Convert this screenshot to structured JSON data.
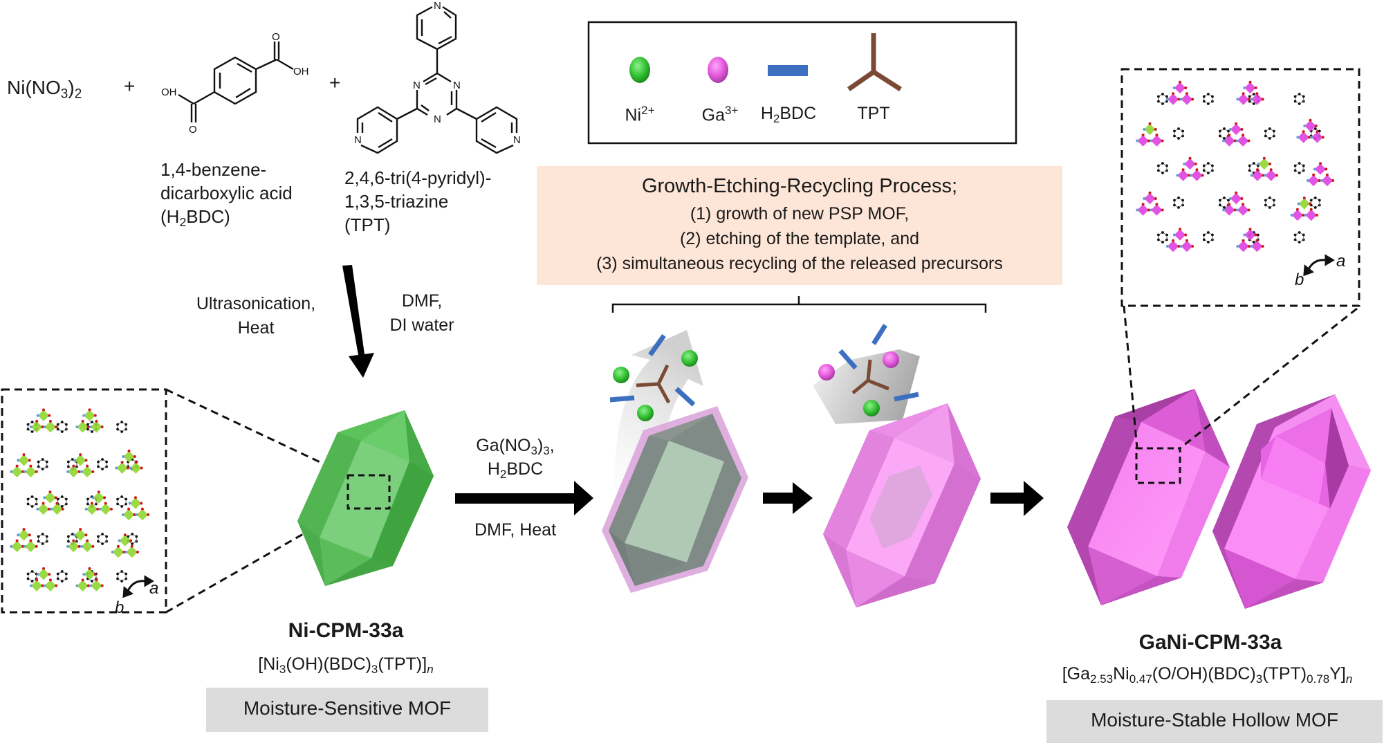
{
  "reactants": {
    "metal_salt": {
      "base": "Ni(NO",
      "sub": "3",
      "tail": ")",
      "sub2": "2"
    },
    "plus": "+",
    "h2bdc": {
      "name_line1": "1,4-benzene-",
      "name_line2": "dicarboxylic acid",
      "abbr_pre": "(H",
      "abbr_sub": "2",
      "abbr_post": "BDC)",
      "atoms": {
        "oh": "OH",
        "o": "O"
      }
    },
    "tpt": {
      "name_line1": "2,4,6-tri(4-pyridyl)-",
      "name_line2": "1,3,5-triazine",
      "abbr": "(TPT)",
      "atoms": {
        "n": "N"
      }
    }
  },
  "legend": {
    "items": [
      {
        "label": "Ni",
        "sup": "2+",
        "icon": "green-sphere-icon",
        "color": "#3cc83c"
      },
      {
        "label": "Ga",
        "sup": "3+",
        "icon": "magenta-sphere-icon",
        "color": "#e060d8"
      },
      {
        "label_pre": "H",
        "label_sub": "2",
        "label_post": "BDC",
        "icon": "blue-rod-icon",
        "color": "#3d6fc0"
      },
      {
        "label": "TPT",
        "icon": "brown-tripod-icon",
        "color": "#7a4a35"
      }
    ]
  },
  "process_box": {
    "title": "Growth-Etching-Recycling Process;",
    "steps": [
      "(1) growth of new PSP MOF,",
      "(2) etching of the template, and",
      "(3) simultaneous recycling of the released precursors"
    ],
    "background": "#fde5d7"
  },
  "step1": {
    "left_conditions": [
      "Ultrasonication,",
      "Heat"
    ],
    "right_conditions": [
      "DMF,",
      "DI water"
    ]
  },
  "step2": {
    "reagent_line1": {
      "pre": "Ga(NO",
      "sub": "3",
      "mid": ")",
      "sub2": "3",
      "post": ","
    },
    "reagent_line2": {
      "pre": "H",
      "sub": "2",
      "post": "BDC"
    },
    "conditions": "DMF, Heat"
  },
  "structure_axes": {
    "a": "a",
    "b": "b"
  },
  "product_1": {
    "name": "Ni-CPM-33a",
    "formula": {
      "p1": "[Ni",
      "s1": "3",
      "p2": "(OH)(BDC)",
      "s2": "3",
      "p3": "(TPT)]",
      "n": "n"
    },
    "tag": "Moisture-Sensitive MOF",
    "crystal_color": "#4caf50"
  },
  "product_2": {
    "name": "GaNi-CPM-33a",
    "formula": {
      "p1": "[Ga",
      "s1": "2.53",
      "p2": "Ni",
      "s2": "0.47",
      "p3": "(O/OH)(BDC)",
      "s3": "3",
      "p4": "(TPT)",
      "s4": "0.78",
      "p5": "Y]",
      "n": "n"
    },
    "tag": "Moisture-Stable Hollow MOF",
    "crystal_color": "#e36ee0"
  },
  "colors": {
    "nickel_green": "#8fd630",
    "gallium_magenta": "#e040e0",
    "oxygen_red": "#d01818",
    "nitrogen_blue": "#6a9ad8",
    "carbon_black": "#111111",
    "tag_gray": "#dcdcdc"
  }
}
